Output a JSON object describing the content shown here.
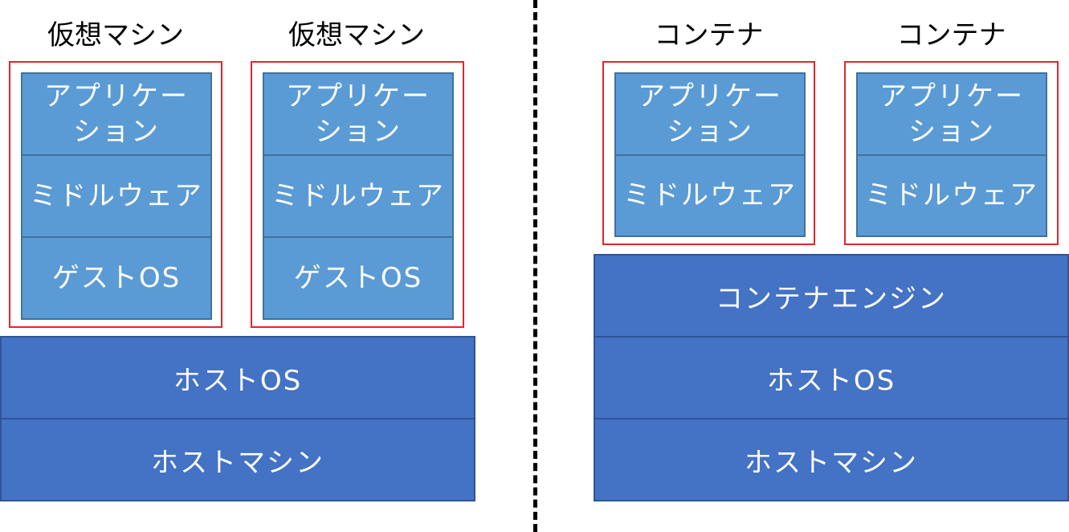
{
  "vm_side": {
    "guests": [
      {
        "title": "仮想マシン",
        "app": "アプリケーション",
        "middleware": "ミドルウェア",
        "guest_os": "ゲストOS"
      },
      {
        "title": "仮想マシン",
        "app": "アプリケーション",
        "middleware": "ミドルウェア",
        "guest_os": "ゲストOS"
      }
    ],
    "host_os": "ホストOS",
    "host_machine": "ホストマシン"
  },
  "container_side": {
    "containers": [
      {
        "title": "コンテナ",
        "app": "アプリケーション",
        "middleware": "ミドルウェア"
      },
      {
        "title": "コンテナ",
        "app": "アプリケーション",
        "middleware": "ミドルウェア"
      }
    ],
    "engine": "コンテナエンジン",
    "host_os": "ホストOS",
    "host_machine": "ホストマシン"
  },
  "colors": {
    "layer_fill": "#5b9bd5",
    "host_fill": "#4472c4",
    "frame_border": "#e1262c",
    "divider": "#000000"
  }
}
